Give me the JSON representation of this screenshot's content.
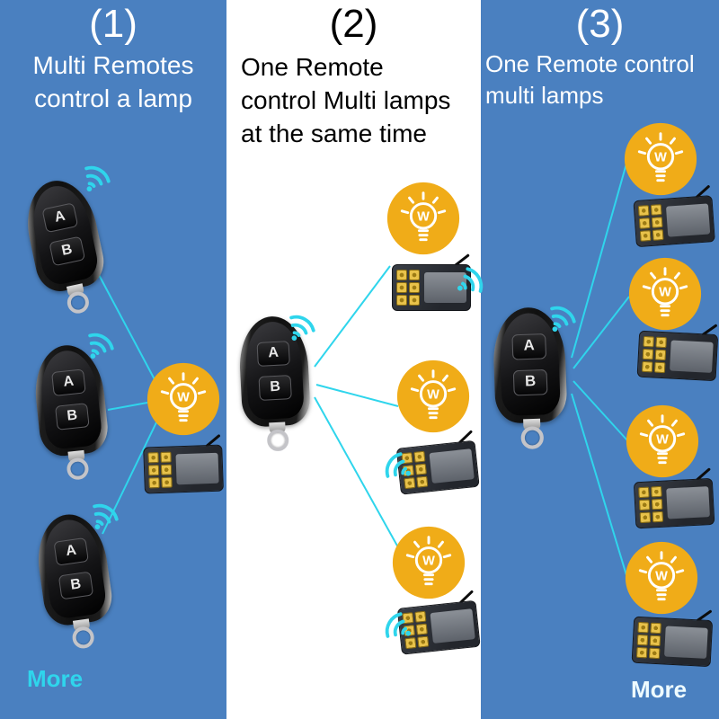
{
  "panels": {
    "p1": {
      "number": "(1)",
      "title_line1": "Multi Remotes",
      "title_line2": "control a lamp",
      "more": "More"
    },
    "p2": {
      "number": "(2)",
      "title_line1": "One Remote",
      "title_line2": "control Multi lamps",
      "title_line3": "at the same time"
    },
    "p3": {
      "number": "(3)",
      "title_line1": "One Remote control",
      "title_line2": "multi lamps",
      "more": "More"
    }
  },
  "remote": {
    "button_a": "A",
    "button_b": "B"
  },
  "lamp": {
    "watt_label": "W"
  },
  "icons": {
    "wifi": "wifi-signal-icon",
    "bulb": "light-bulb-icon"
  },
  "colors": {
    "panel_blue": "#4a80c0",
    "accent_cyan": "#2fd5ec",
    "lamp_yellow": "#f0ac18",
    "heading_light": "#ffffff",
    "heading_dark": "#000000"
  }
}
